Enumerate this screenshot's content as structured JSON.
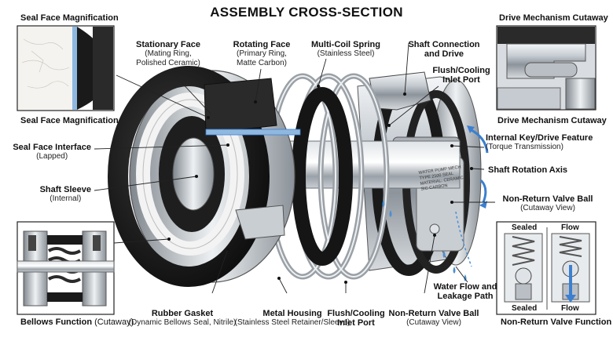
{
  "title": "ASSEMBLY CROSS-SECTION",
  "insets": {
    "seal_face_top": "Seal Face Magnification",
    "seal_face_bottom": "Seal Face Magnification",
    "drive_top": "Drive Mechanism Cutaway",
    "drive_bottom": "Drive Mechanism Cutaway",
    "bellows": "Bellows Function",
    "bellows_sub": "(Cutaway)",
    "valve": "Non-Return Valve Function",
    "valve_sealed_top": "Sealed",
    "valve_flow_top": "Flow",
    "valve_sealed_bottom": "Sealed",
    "valve_flow_bottom": "Flow"
  },
  "labels": {
    "stationary_face": {
      "title": "Stationary Face",
      "sub1": "(Mating Ring,",
      "sub2": "Polished Ceramic)"
    },
    "rotating_face": {
      "title": "Rotating Face",
      "sub1": "(Primary Ring,",
      "sub2": "Matte Carbon)"
    },
    "spring": {
      "title": "Multi-Coil Spring",
      "sub1": "(Stainless Steel)"
    },
    "shaft_connection": {
      "title1": "Shaft Connection",
      "title2": "and Drive"
    },
    "flush_top": {
      "title1": "Flush/Cooling",
      "title2": "Inlet Port"
    },
    "interface": {
      "title": "Seal Face Interface",
      "sub1": "(Lapped)"
    },
    "sleeve": {
      "title": "Shaft Sleeve",
      "sub1": "(Internal)"
    },
    "key": {
      "title": "Internal Key/Drive Feature",
      "sub1": "(Torque Transmission)"
    },
    "axis": {
      "title": "Shaft Rotation Axis"
    },
    "valve_ball_right": {
      "title": "Non-Return Valve Ball",
      "sub1": "(Cutaway View)"
    },
    "gasket": {
      "title": "Rubber Gasket",
      "sub1": "(Dynamic Bellows Seal, Nitrile)"
    },
    "housing": {
      "title": "Metal Housing",
      "sub1": "(Stainless Steel Retainer/Sleeve)"
    },
    "flush_bottom": {
      "title1": "Flush/Cooling",
      "title2": "Inlet Port"
    },
    "valve_ball_bottom": {
      "title": "Non-Return Valve Ball",
      "sub1": "(Cutaway View)"
    },
    "water": {
      "title1": "Water Flow and",
      "title2": "Leakage Path"
    }
  },
  "engraving": [
    "WATER PUMP MECH",
    "TYPE 2100 SEAL",
    "MATERIAL: CERAMIC",
    "SIC CARBON"
  ],
  "colors": {
    "rubber": "#1c1c1c",
    "steel": "#b8bec4",
    "ceramic": "#f2f2f2",
    "water": "#4a8fd4",
    "accent": "#3b7fd0"
  }
}
